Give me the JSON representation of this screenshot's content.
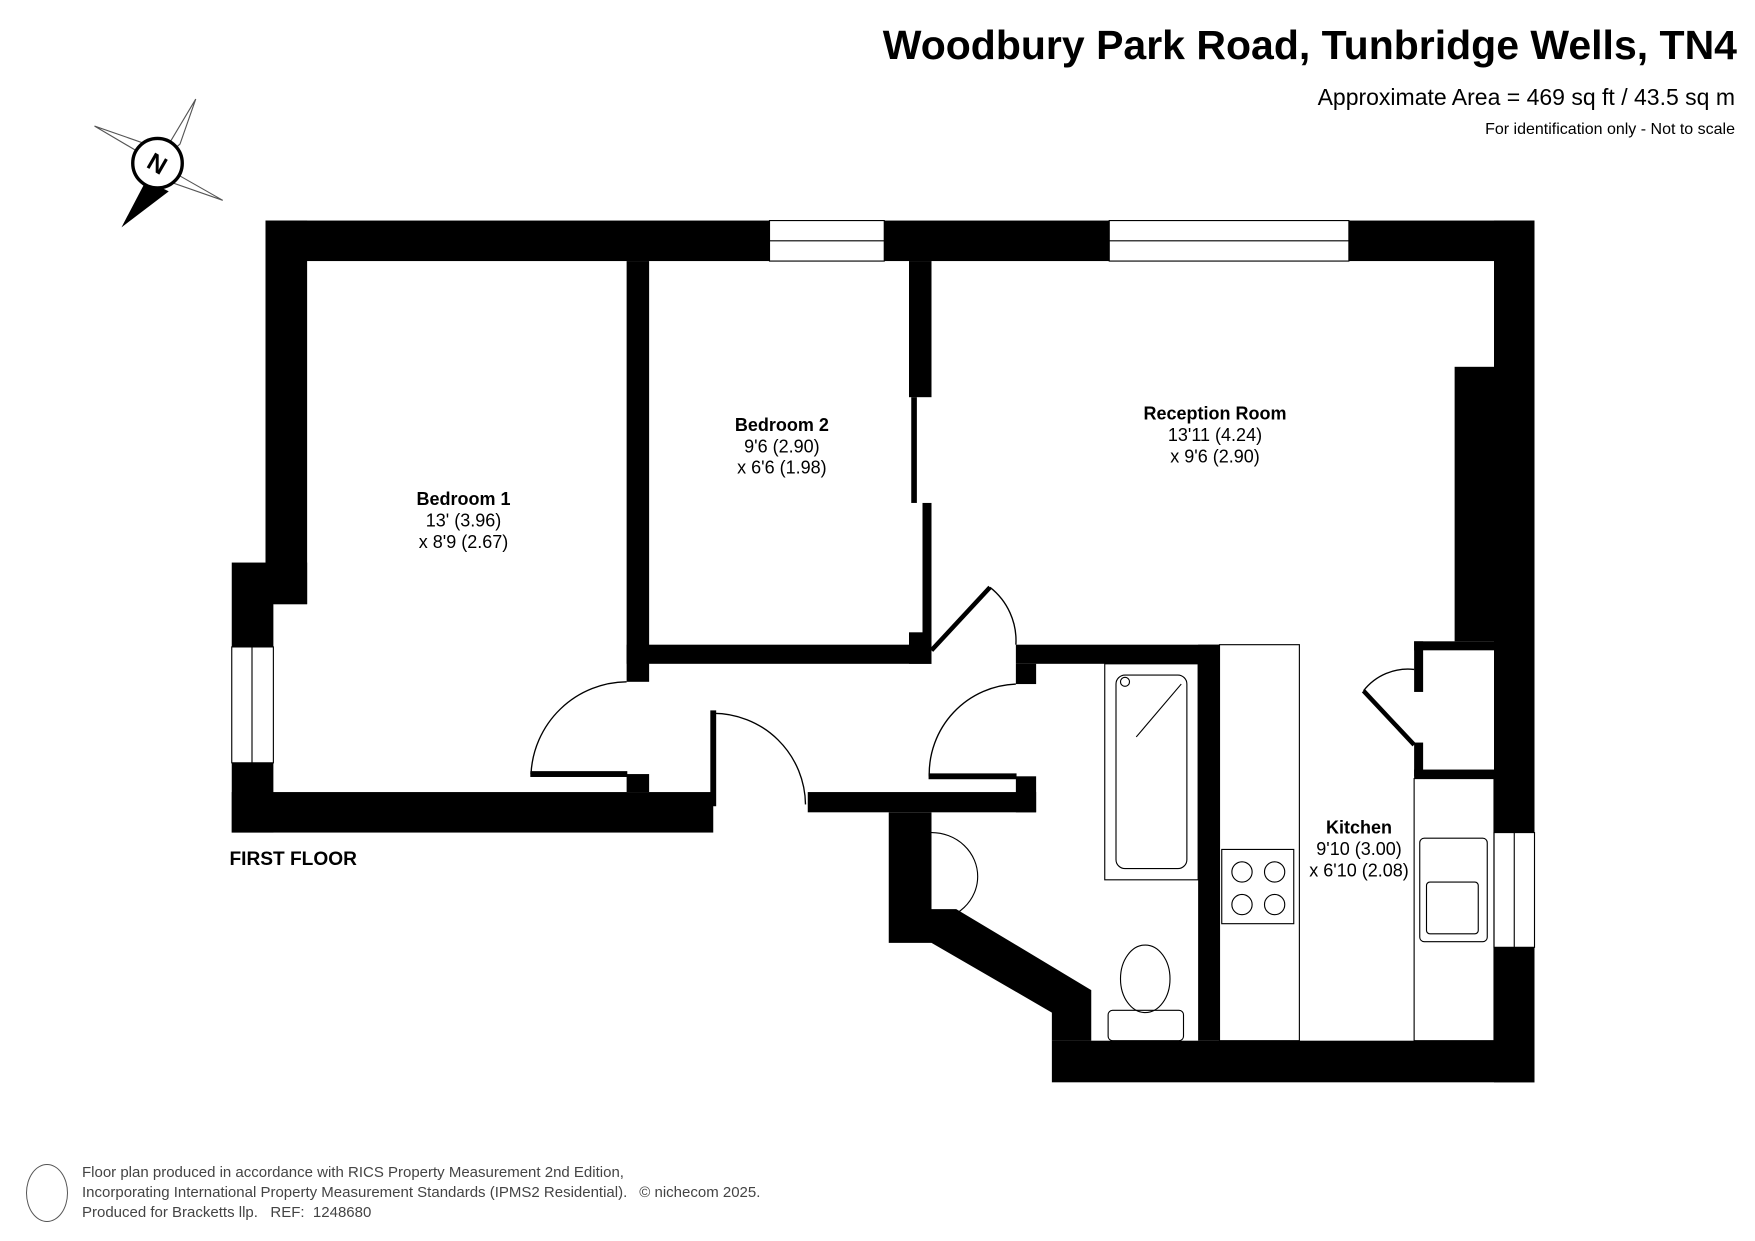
{
  "header": {
    "title": "Woodbury Park Road, Tunbridge Wells, TN4",
    "area": "Approximate Area = 469 sq ft / 43.5 sq m",
    "note": "For identification only - Not to scale"
  },
  "compass": {
    "label": "N"
  },
  "floor_label": "FIRST FLOOR",
  "rooms": [
    {
      "name": "Bedroom 1",
      "dim1": "13' (3.96)",
      "dim2": "x 8'9 (2.67)"
    },
    {
      "name": "Bedroom 2",
      "dim1": "9'6 (2.90)",
      "dim2": "x 6'6 (1.98)"
    },
    {
      "name": "Reception Room",
      "dim1": "13'11 (4.24)",
      "dim2": "x 9'6 (2.90)"
    },
    {
      "name": "Kitchen",
      "dim1": "9'10 (3.00)",
      "dim2": "x 6'10 (2.08)"
    }
  ],
  "footer": {
    "line1": "Floor plan produced in accordance with RICS Property Measurement 2nd Edition,",
    "line2": "Incorporating International Property Measurement Standards (IPMS2 Residential).",
    "copyright": "© nichecom 2025.",
    "line3": "Produced for Bracketts llp.   REF:  1248680"
  }
}
